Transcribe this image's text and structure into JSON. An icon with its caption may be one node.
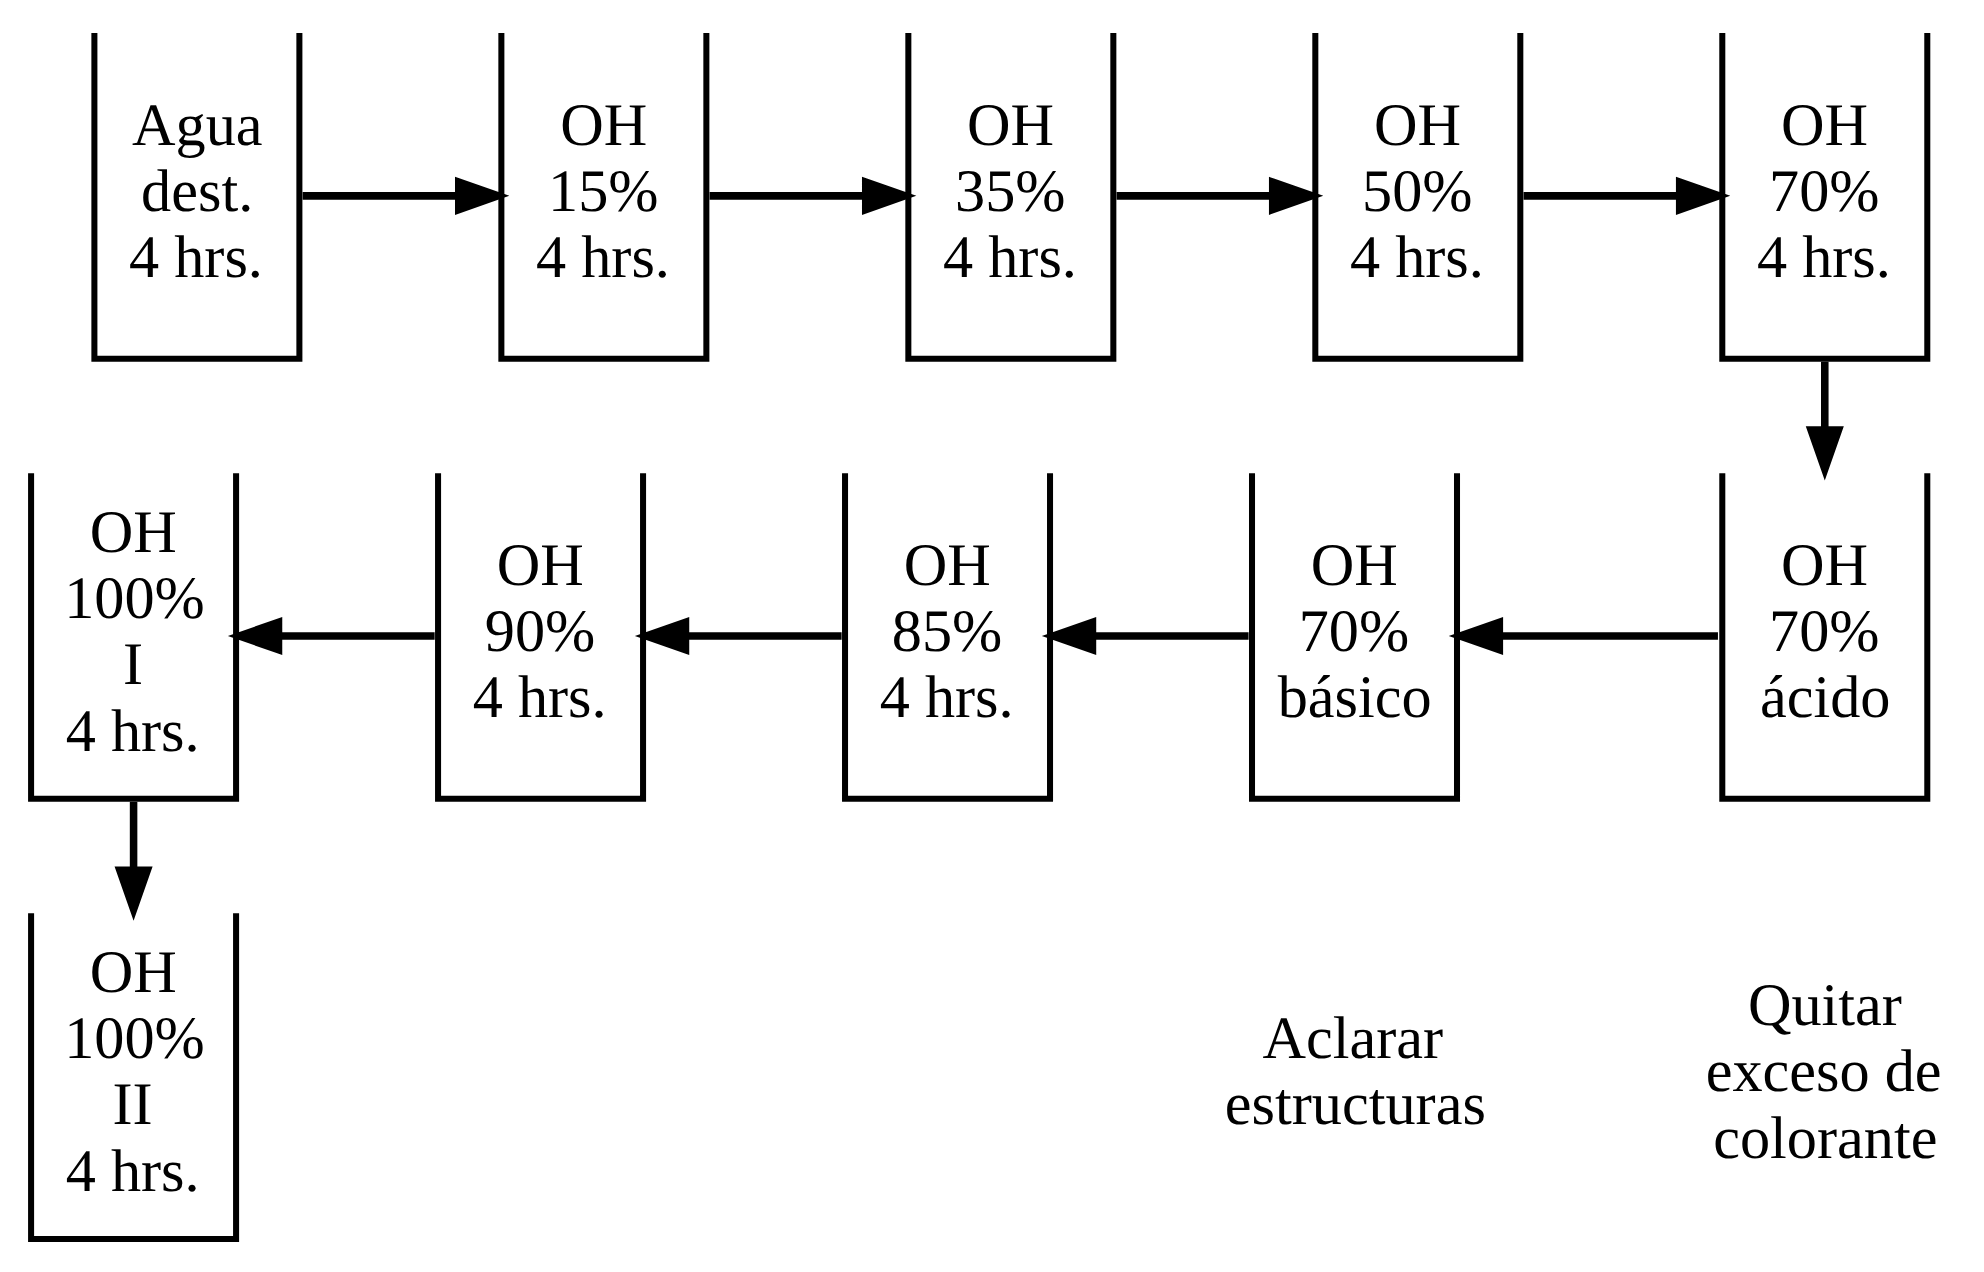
{
  "diagram": {
    "nodes": [
      {
        "text": [
          "Agua",
          "dest.",
          "4 hrs."
        ]
      },
      {
        "text": [
          "OH",
          "15%",
          "4 hrs."
        ]
      },
      {
        "text": [
          "OH",
          "35%",
          "4 hrs."
        ]
      },
      {
        "text": [
          "OH",
          "50%",
          "4 hrs."
        ]
      },
      {
        "text": [
          "OH",
          "70%",
          "4 hrs."
        ]
      },
      {
        "text": [
          "OH",
          "70%",
          "ácido"
        ],
        "beside": [
          "Quitar exceso de colorante"
        ]
      },
      {
        "text": [
          "OH",
          "70%",
          "básico"
        ],
        "beside": [
          "Aclarar estructuras"
        ]
      },
      {
        "text": [
          "OH",
          "85%",
          "4 hrs."
        ]
      },
      {
        "text": [
          "OH",
          "90%",
          "4 hrs."
        ]
      },
      {
        "text": [
          "OH",
          "100%",
          "I",
          "4 hrs."
        ]
      },
      {
        "text": [
          "OH",
          "100%",
          "II",
          "4 hrs."
        ]
      }
    ],
    "edges": [
      {
        "from": 0,
        "to": 1,
        "arrow": "to"
      },
      {
        "from": 1,
        "to": 2,
        "arrow": "to"
      },
      {
        "from": 2,
        "to": 3,
        "arrow": "to"
      },
      {
        "from": 3,
        "to": 4,
        "arrow": "to"
      },
      {
        "from": 4,
        "to": 5,
        "arrow": "to"
      },
      {
        "from": 5,
        "to": 6,
        "arrow": "to"
      },
      {
        "from": 6,
        "to": 7,
        "arrow": "to"
      },
      {
        "from": 7,
        "to": 8,
        "arrow": "to"
      },
      {
        "from": 8,
        "to": 9,
        "arrow": "to"
      },
      {
        "from": 9,
        "to": 10,
        "arrow": "to"
      }
    ]
  }
}
